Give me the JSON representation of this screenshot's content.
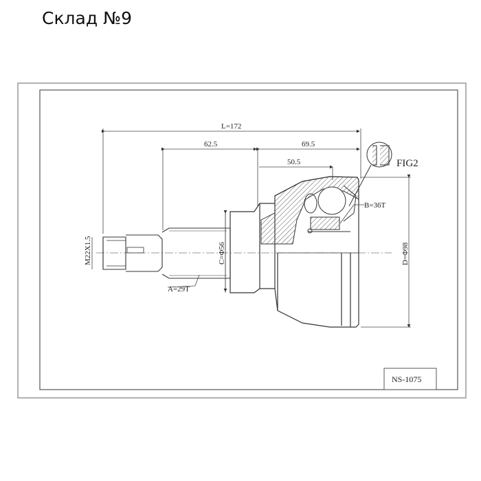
{
  "header": {
    "title": "Склад №9"
  },
  "drawing": {
    "dimensions": {
      "overall_length": "L=172",
      "shaft_length": "62.5",
      "housing_length": "69.5",
      "bell_length": "50.5",
      "thread": "M22X1.5",
      "spline_a": "A=29T",
      "diameter_c": "C=Φ56",
      "spline_b": "B=36T",
      "diameter_d": "D=Φ98"
    },
    "detail_label": "FIG2",
    "part_number": "NS-1075"
  }
}
